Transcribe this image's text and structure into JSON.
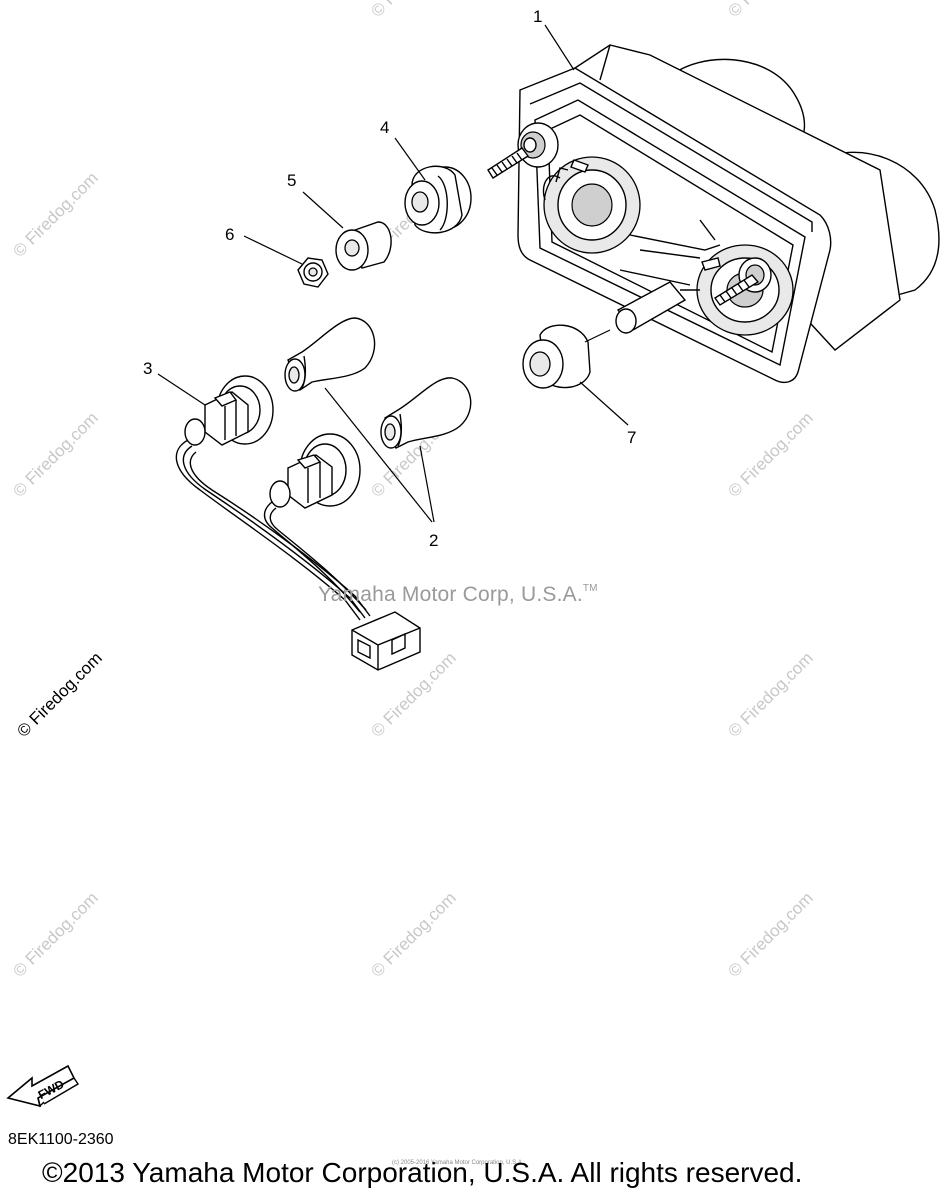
{
  "callouts": [
    "1",
    "2",
    "3",
    "4",
    "5",
    "6",
    "7"
  ],
  "watermark_site": "© Firedog.com",
  "center_watermark": "Yamaha Motor Corp, U.S.A.",
  "center_watermark_tm": "TM",
  "fwd_label": "FWD",
  "diagram_code": "8EK1100-2360",
  "fine_print": "(c) 2005-2016 Yamaha Motor Corporation, U.S.A.",
  "copyright": "©2013 Yamaha Motor Corporation, U.S.A. All rights reserved."
}
